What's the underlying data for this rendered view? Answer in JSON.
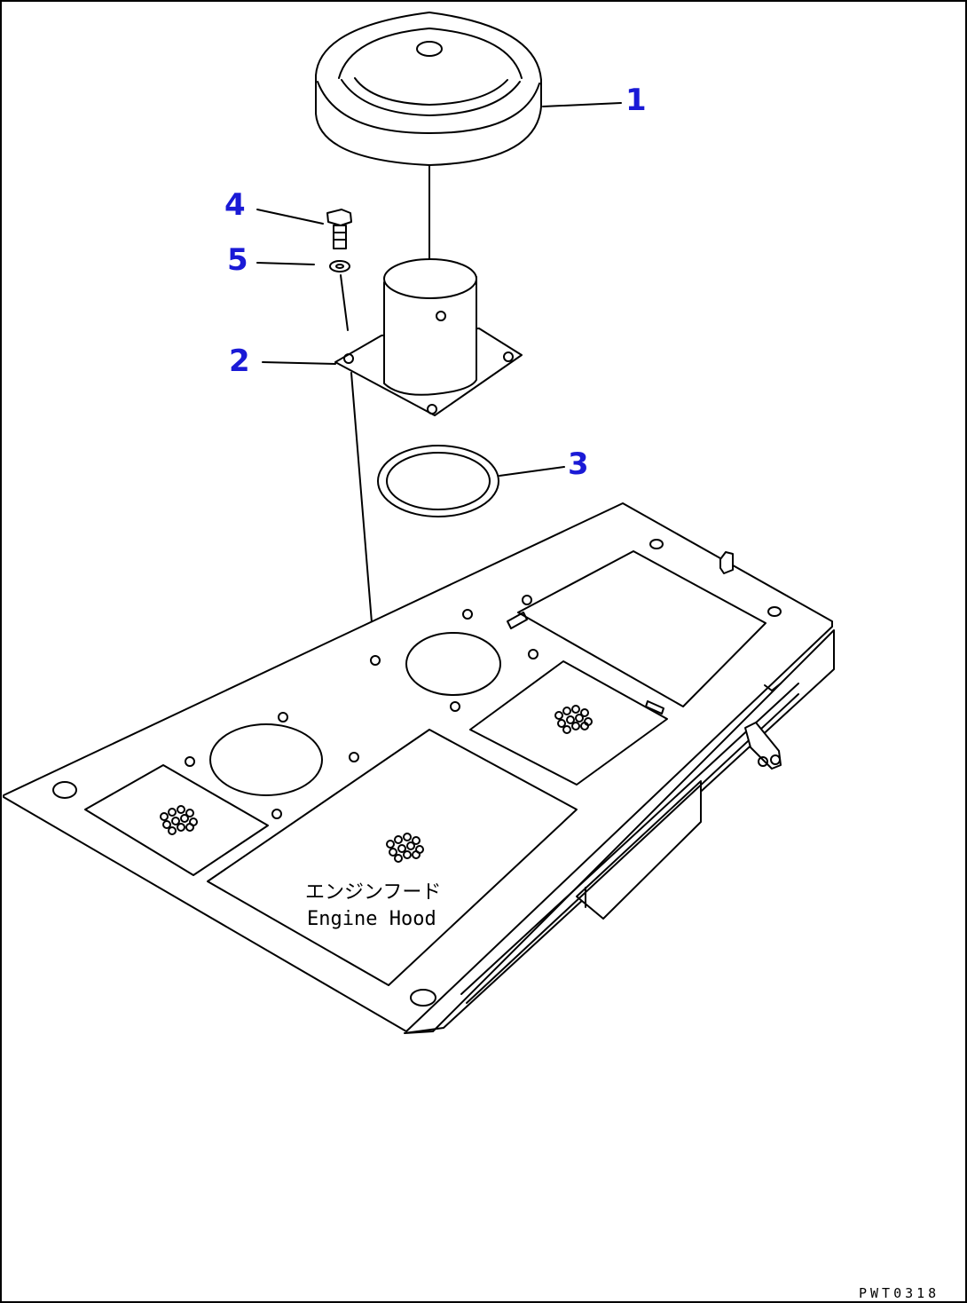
{
  "callouts": {
    "c1": "1",
    "c2": "2",
    "c3": "3",
    "c4": "4",
    "c5": "5"
  },
  "hood_label": {
    "jp": "エンジンフード",
    "en": "Engine Hood"
  },
  "drawing_code": "PWT0318",
  "colors": {
    "callout": "#1a1ad6",
    "line": "#000000",
    "background": "#ffffff"
  }
}
